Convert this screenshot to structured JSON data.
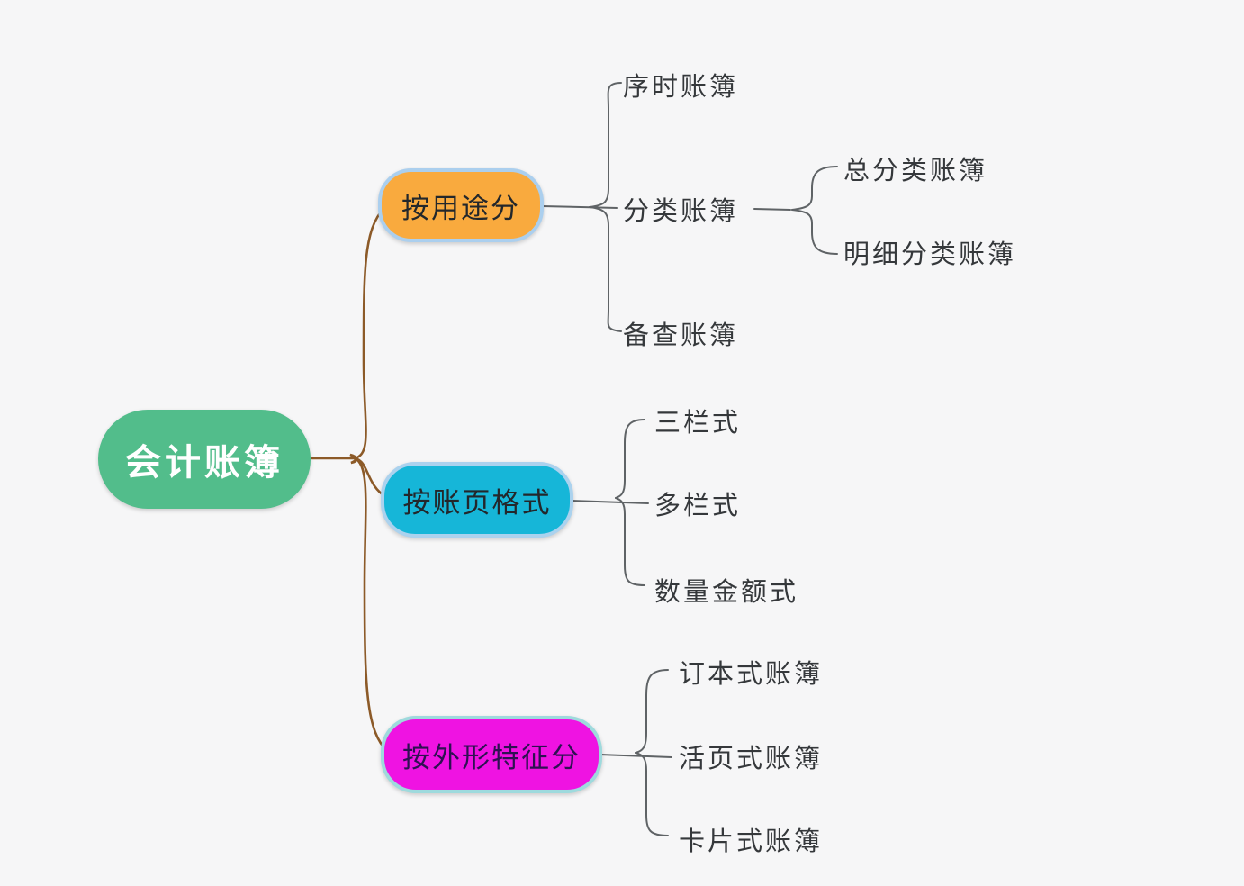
{
  "diagram": {
    "root": {
      "label": "会计账簿"
    },
    "branches": [
      {
        "label": "按用途分",
        "children": [
          {
            "label": "序时账簿"
          },
          {
            "label": "分类账簿",
            "children": [
              {
                "label": "总分类账簿"
              },
              {
                "label": "明细分类账簿"
              }
            ]
          },
          {
            "label": "备查账簿"
          }
        ]
      },
      {
        "label": "按账页格式",
        "children": [
          {
            "label": "三栏式"
          },
          {
            "label": "多栏式"
          },
          {
            "label": "数量金额式"
          }
        ]
      },
      {
        "label": "按外形特征分",
        "children": [
          {
            "label": "订本式账簿"
          },
          {
            "label": "活页式账簿"
          },
          {
            "label": "卡片式账簿"
          }
        ]
      }
    ],
    "colors": {
      "background": "#f6f6f7",
      "root_fill": "#52bd8b",
      "root_text": "#ffffff",
      "branch_purpose_fill": "#f9aa3e",
      "branch_purpose_border": "#abcfee",
      "branch_format_fill": "#16b6d8",
      "branch_format_border": "#abd2ee",
      "branch_shape_fill": "#ef13e2",
      "branch_shape_border": "#9edadd",
      "branch_text": "#23272b",
      "branch_shape_text": "#2e1152",
      "leaf_text": "#35383b",
      "root_connector": "#8c5a28",
      "branch_connector": "#5f6366"
    }
  }
}
